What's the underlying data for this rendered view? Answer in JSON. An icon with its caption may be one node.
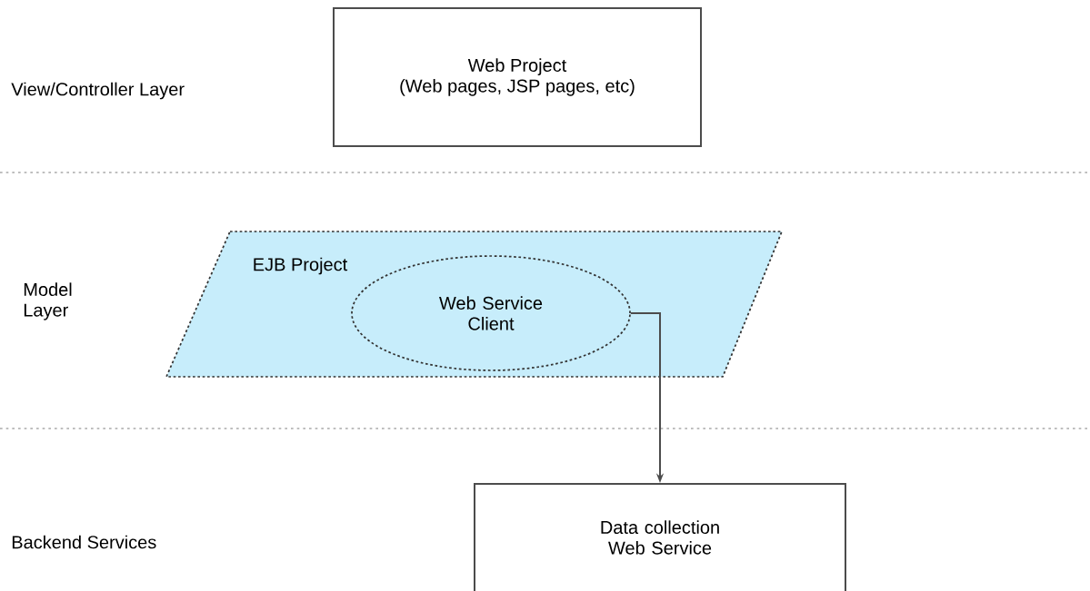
{
  "diagram": {
    "nodes": [
      {
        "text": [
          "Web Project",
          "(Web pages, JSP pages, etc)"
        ]
      },
      {
        "text": [
          "EJB Project"
        ]
      },
      {
        "text": [
          "Web Service Client"
        ],
        "in": 1
      },
      {
        "text": [
          "Data collection Web Service"
        ]
      }
    ],
    "edges": [
      {
        "from": 2,
        "to": 3,
        "arrow": "to"
      }
    ],
    "labels": [
      "View/Controller Layer",
      "Model Layer",
      "Backend Services"
    ]
  }
}
